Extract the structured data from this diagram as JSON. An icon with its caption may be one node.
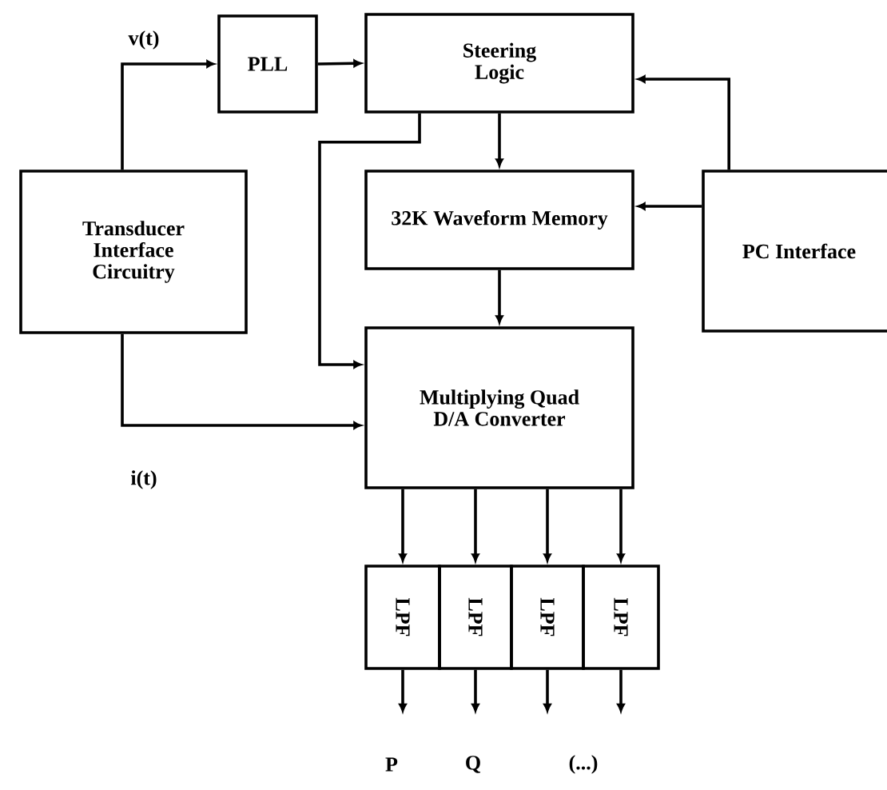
{
  "diagram": {
    "nodes": [
      {
        "text": [
          "PLL"
        ]
      },
      {
        "text": [
          "Steering Logic"
        ]
      },
      {
        "text": [
          "Transducer Interface Circuitry"
        ]
      },
      {
        "text": [
          "32K Waveform Memory"
        ]
      },
      {
        "text": [
          "PC Interface"
        ]
      },
      {
        "text": [
          "Multiplying Quad D/A Converter"
        ]
      },
      {
        "text": [
          "LPF"
        ]
      },
      {
        "text": [
          "LPF"
        ]
      },
      {
        "text": [
          "LPF"
        ]
      },
      {
        "text": [
          "LPF"
        ]
      }
    ],
    "edges": [
      {
        "from": 2,
        "to": 0,
        "arrow": "to",
        "label": "v(t)"
      },
      {
        "from": 0,
        "to": 1,
        "arrow": "to"
      },
      {
        "from": 4,
        "to": 1,
        "arrow": "to"
      },
      {
        "from": 1,
        "to": 3,
        "arrow": "to"
      },
      {
        "from": 4,
        "to": 3,
        "arrow": "to"
      },
      {
        "from": 3,
        "to": 5,
        "arrow": "to"
      },
      {
        "from": 1,
        "to": 5,
        "arrow": "to"
      },
      {
        "from": 2,
        "to": 5,
        "arrow": "to",
        "label": "i(t)"
      },
      {
        "from": 5,
        "to": 6,
        "arrow": "to"
      },
      {
        "from": 5,
        "to": 7,
        "arrow": "to"
      },
      {
        "from": 5,
        "to": 8,
        "arrow": "to"
      },
      {
        "from": 5,
        "to": 9,
        "arrow": "to"
      },
      {
        "from": 6,
        "to": null,
        "arrow": "to"
      },
      {
        "from": 7,
        "to": null,
        "arrow": "to"
      },
      {
        "from": 8,
        "to": null,
        "arrow": "to"
      },
      {
        "from": 9,
        "to": null,
        "arrow": "to"
      }
    ],
    "labels": [
      "P",
      "Q",
      "(...)"
    ]
  }
}
